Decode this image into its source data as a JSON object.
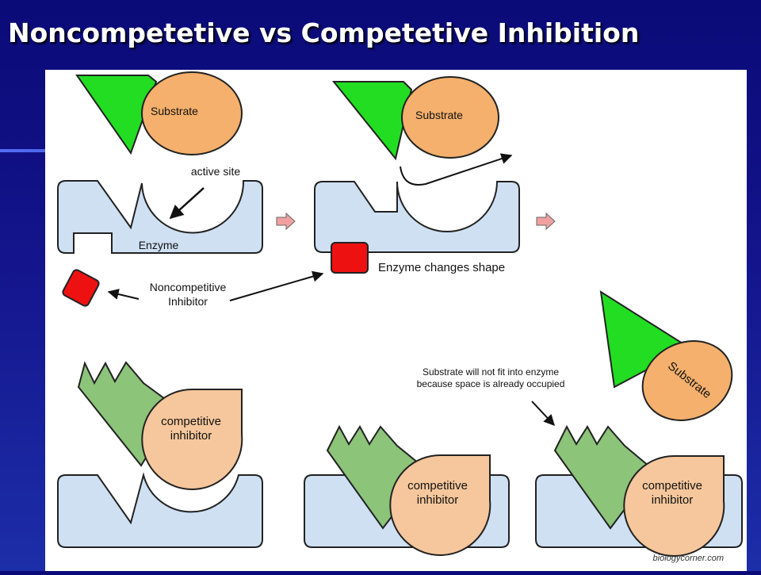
{
  "slide": {
    "title": "Noncompetetive vs Competetive Inhibition"
  },
  "colors": {
    "background": "#14148c",
    "enzyme": "#cfe0f3",
    "substrate": "#f4b06c",
    "substrate_binding_part": "#22dd22",
    "competitive_inhibitor": "#f6c79c",
    "competitive_inhibitor_part": "#8cc47a",
    "noncompetitive_inhibitor": "#ee1111",
    "arrow": "#f0a0a0"
  },
  "diagram": {
    "noncompetitive": {
      "substrate_label": "Substrate",
      "active_site_label": "active site",
      "enzyme_label": "Enzyme",
      "changed_substrate_label": "Substrate",
      "changed_enzyme_label": "Enzyme changes shape",
      "inhibitor_label_line1": "Noncompetitive",
      "inhibitor_label_line2": "Inhibitor"
    },
    "competitive": {
      "inhibitor_line1": "competitive",
      "inhibitor_line2": "inhibitor",
      "note_line1": "Substrate will not fit into enzyme",
      "note_line2": "because space is already occupied",
      "rejected_substrate_label": "Substrate"
    },
    "credit": "biologycorner.com"
  }
}
